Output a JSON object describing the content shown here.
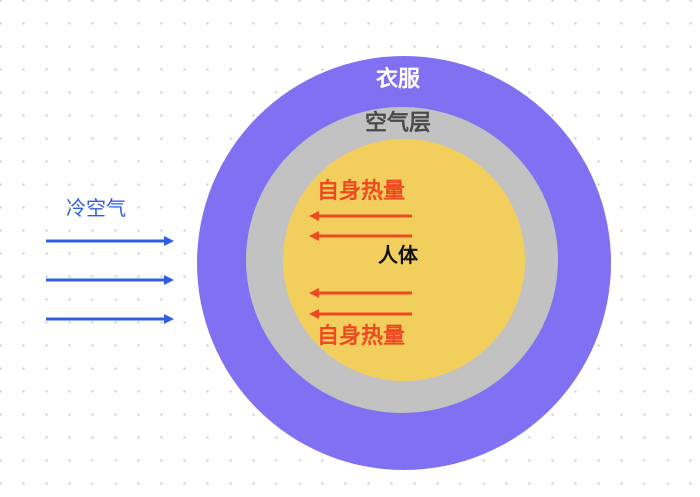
{
  "colors": {
    "clothes": "#8070f2",
    "air": "#c2c2c2",
    "body": "#f2cf5c",
    "heat_arrow": "#ee4a22",
    "cold_arrow": "#2f5fe0",
    "clothes_text": "#ffffff",
    "air_text": "#4a4a4a",
    "heat_text": "#ee4a22",
    "cold_text": "#2f5fe0"
  },
  "labels": {
    "clothes": "衣服",
    "air_layer": "空气层",
    "body": "人体",
    "self_heat_top": "自身热量",
    "self_heat_bottom": "自身热量",
    "cold_air": "冷空气"
  }
}
